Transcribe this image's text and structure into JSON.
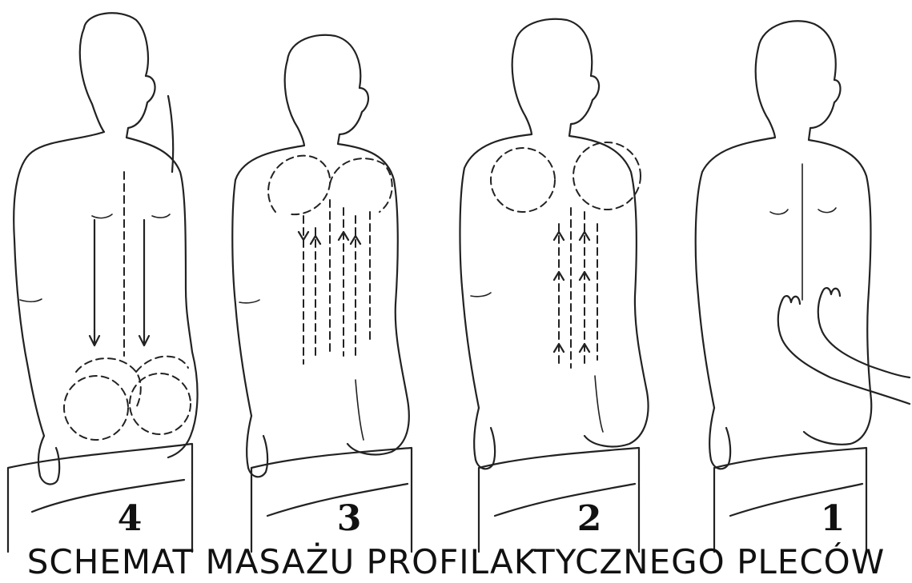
{
  "figures": [
    {
      "label": "4",
      "technique": "lower-back-circles"
    },
    {
      "label": "3",
      "technique": "full-back-strokes"
    },
    {
      "label": "2",
      "technique": "upper-back-circles"
    },
    {
      "label": "1",
      "technique": "hands-massage"
    }
  ],
  "title": "SCHEMAT MASAŻU PROFILAKTYCZNEGO PLECÓW",
  "colors": {
    "ink": "#222222",
    "background": "#ffffff"
  }
}
